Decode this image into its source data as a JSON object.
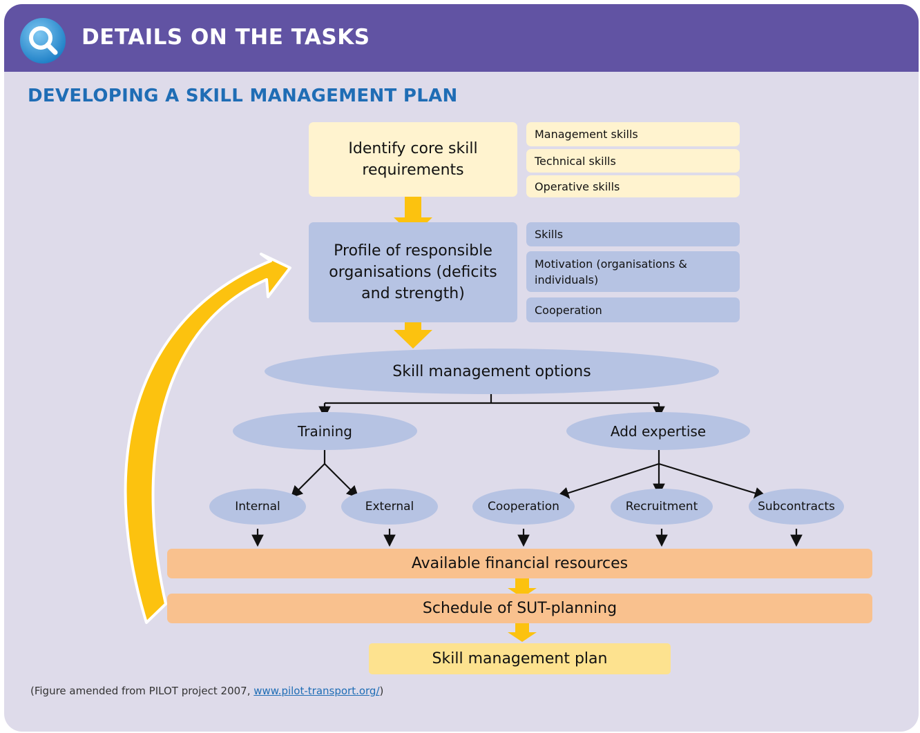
{
  "header": {
    "title": "DETAILS ON THE TASKS",
    "icon": "magnifier-icon"
  },
  "subtitle": "DEVELOPING A SKILL MANAGEMENT PLAN",
  "flow": {
    "core": {
      "label": "Identify core skill requirements",
      "items": [
        "Management skills",
        "Technical skills",
        "Operative skills"
      ]
    },
    "profile": {
      "label": "Profile of responsible organisations (deficits and strength)",
      "items": [
        "Skills",
        "Motivation (organisations & individuals)",
        "Cooperation"
      ]
    },
    "options": "Skill management options",
    "training": {
      "label": "Training",
      "children": [
        "Internal",
        "External"
      ]
    },
    "expertise": {
      "label": "Add expertise",
      "children": [
        "Cooperation",
        "Recruitment",
        "Subcontracts"
      ]
    },
    "financial": "Available financial resources",
    "schedule": "Schedule of SUT-planning",
    "plan": "Skill management plan"
  },
  "footnote": {
    "prefix": "(Figure amended from PILOT project 2007, ",
    "link": "www.pilot-transport.org/",
    "suffix": ")"
  },
  "colors": {
    "header": "#6153a3",
    "background": "#dedbea",
    "accent_blue": "#1f6db5",
    "arrow_yellow": "#fcc20f",
    "box_yellow": "#fff3cf",
    "box_blue": "#b6c3e3",
    "box_orange": "#f9c18e"
  }
}
